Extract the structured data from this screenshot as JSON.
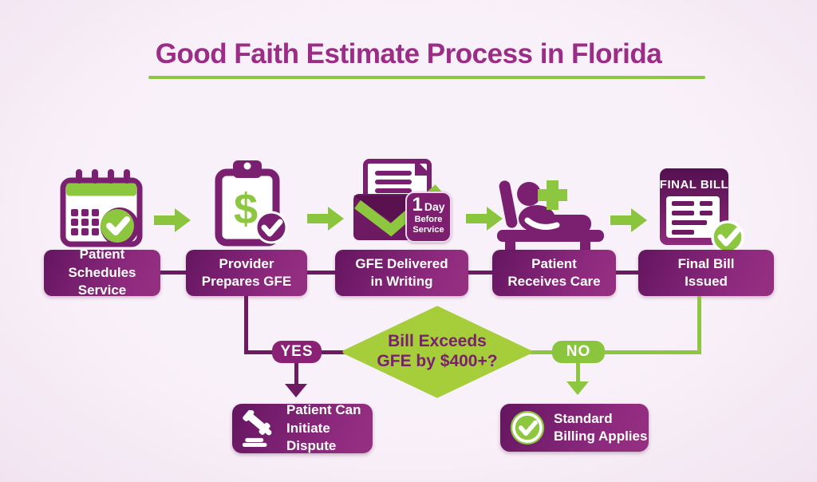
{
  "title": "Good Faith Estimate Process in Florida",
  "steps": [
    {
      "line1": "Patient",
      "line2": "Schedules Service",
      "icon": "calendar-check-icon"
    },
    {
      "line1": "Provider",
      "line2": "Prepares GFE",
      "icon": "clipboard-dollar-icon",
      "icon_symbol": "$"
    },
    {
      "line1": "GFE Delivered",
      "line2": "in Writing",
      "icon": "envelope-letter-icon",
      "badge": {
        "big": "1",
        "unit": "Day",
        "line2": "Before",
        "line3": "Service"
      }
    },
    {
      "line1": "Patient",
      "line2": "Receives Care",
      "icon": "patient-bed-icon"
    },
    {
      "line1": "Final Bill",
      "line2": "Issued",
      "icon": "final-bill-icon",
      "doc_label": "FINAL BILL"
    }
  ],
  "decision": {
    "line1": "Bill Exceeds",
    "line2": "GFE by $400+?"
  },
  "branch_yes": {
    "label": "YES",
    "outcome_line1": "Patient Can",
    "outcome_line2": "Initiate Dispute",
    "outcome_icon": "gavel-icon"
  },
  "branch_no": {
    "label": "NO",
    "outcome_line1": "Standard",
    "outcome_line2": "Billing Applies",
    "outcome_icon": "check-circle-icon"
  },
  "colors": {
    "background": "#f7eff7",
    "title_purple": "#9b2d86",
    "box_purple_dark": "#641560",
    "box_purple_light": "#963081",
    "line_purple": "#6d1a63",
    "icon_purple": "#7b2071",
    "green": "#8dc63f",
    "diamond_green": "#a6cd3a"
  }
}
